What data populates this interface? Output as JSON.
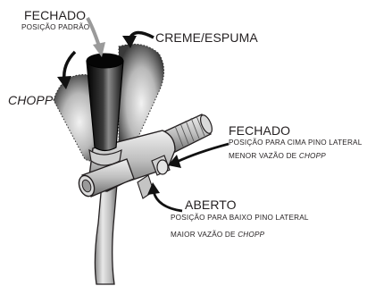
{
  "labels": {
    "fechado_padrao": {
      "title": "FECHADO",
      "subtitle": "POSIÇÃO PADRÃO"
    },
    "creme_espuma": {
      "title": "CREME/ESPUMA"
    },
    "chopp": {
      "title": "CHOPP"
    },
    "fechado_cima": {
      "title": "FECHADO",
      "line1": "POSIÇÃO PARA CIMA PINO LATERAL",
      "line2_prefix": "MENOR VAZÃO DE ",
      "line2_italic": "CHOPP"
    },
    "aberto": {
      "title": "ABERTO",
      "line1": "POSIÇÃO PARA BAIXO  PINO LATERAL",
      "line2_prefix": "MAIOR VAZÃO DE ",
      "line2_italic": "CHOPP"
    }
  },
  "colors": {
    "ink": "#231f20",
    "arrow": "#111111",
    "arrow_light": "#9a9a9a",
    "tap_body": "#c9c9c9",
    "tap_dark": "#555555",
    "ghost_fill": "#a8a8a8"
  }
}
